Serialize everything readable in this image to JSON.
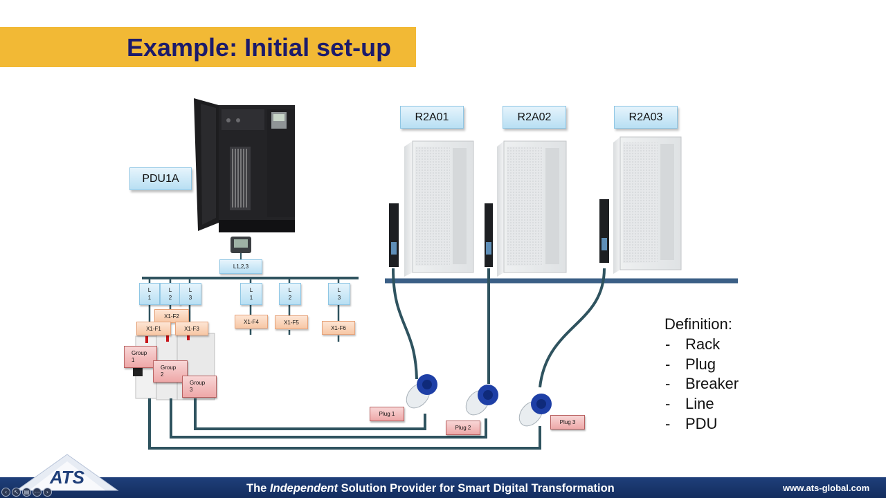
{
  "title": "Example: Initial set-up",
  "pdu": {
    "label": "PDU1A",
    "bus_label": "L1,2,3"
  },
  "racks": [
    {
      "label": "R2A01"
    },
    {
      "label": "R2A02"
    },
    {
      "label": "R2A03"
    }
  ],
  "lines_left": [
    {
      "top": "L",
      "bottom": "1"
    },
    {
      "top": "L",
      "bottom": "2"
    },
    {
      "top": "L",
      "bottom": "3"
    }
  ],
  "lines_right": [
    {
      "top": "L",
      "bottom": "1"
    },
    {
      "top": "L",
      "bottom": "2"
    },
    {
      "top": "L",
      "bottom": "3"
    }
  ],
  "fuses": [
    "X1-F1",
    "X1-F2",
    "X1-F3",
    "X1-F4",
    "X1-F5",
    "X1-F6"
  ],
  "groups": [
    {
      "top": "Group",
      "bottom": "1"
    },
    {
      "top": "Group",
      "bottom": "2"
    },
    {
      "top": "Group",
      "bottom": "3"
    }
  ],
  "plugs": [
    "Plug 1",
    "Plug 2",
    "Plug 3"
  ],
  "definition": {
    "heading": "Definition:",
    "items": [
      "Rack",
      "Plug",
      "Breaker",
      "Line",
      "PDU"
    ]
  },
  "footer": {
    "tagline_pre": "The ",
    "tagline_em": "Independent",
    "tagline_post": " Solution Provider for Smart Digital Transformation",
    "url": "www.ats-global.com",
    "logo_text": "ATS"
  },
  "player_controls": [
    "back-icon",
    "pointer-icon",
    "captions-icon",
    "settings-icon",
    "forward-icon"
  ],
  "colors": {
    "title_band": "#f2b935",
    "title_text": "#1c1b6b",
    "cable": "#2f535f",
    "rail": "#3b5f86",
    "footer": "#1a3770"
  }
}
